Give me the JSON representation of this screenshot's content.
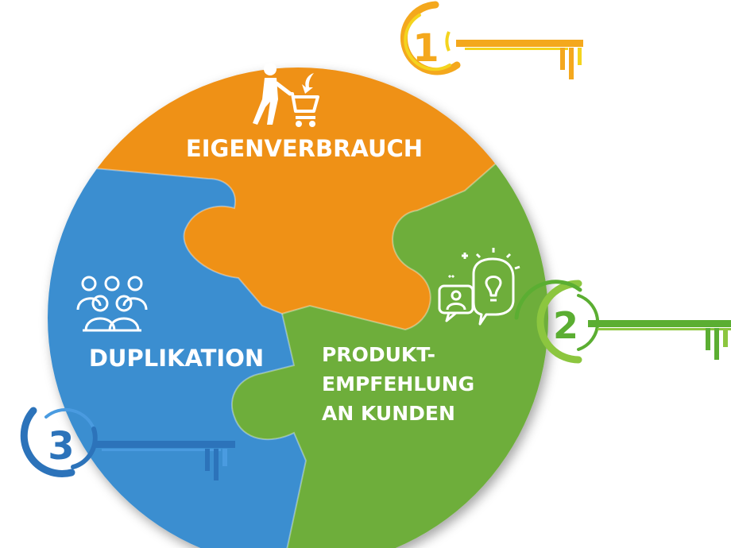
{
  "segments": {
    "top": {
      "label": "EIGENVERBRAUCH",
      "color": "#EF9119",
      "icon": "shopping-cart-person-icon"
    },
    "right": {
      "lines": [
        "PRODUKT-",
        "EMPFEHLUNG",
        "AN KUNDEN"
      ],
      "color": "#6EAE3A",
      "icon": "idea-chat-icon"
    },
    "left": {
      "label": "DUPLIKATION",
      "color": "#3B8ED0",
      "icon": "group-people-icon"
    }
  },
  "keys": [
    {
      "number": "1",
      "color": "#F4A81D",
      "accent": "#F4D41E"
    },
    {
      "number": "2",
      "color": "#5BAE32",
      "accent": "#8CC63F"
    },
    {
      "number": "3",
      "color": "#2C73BA",
      "accent": "#4A9BE0"
    }
  ]
}
